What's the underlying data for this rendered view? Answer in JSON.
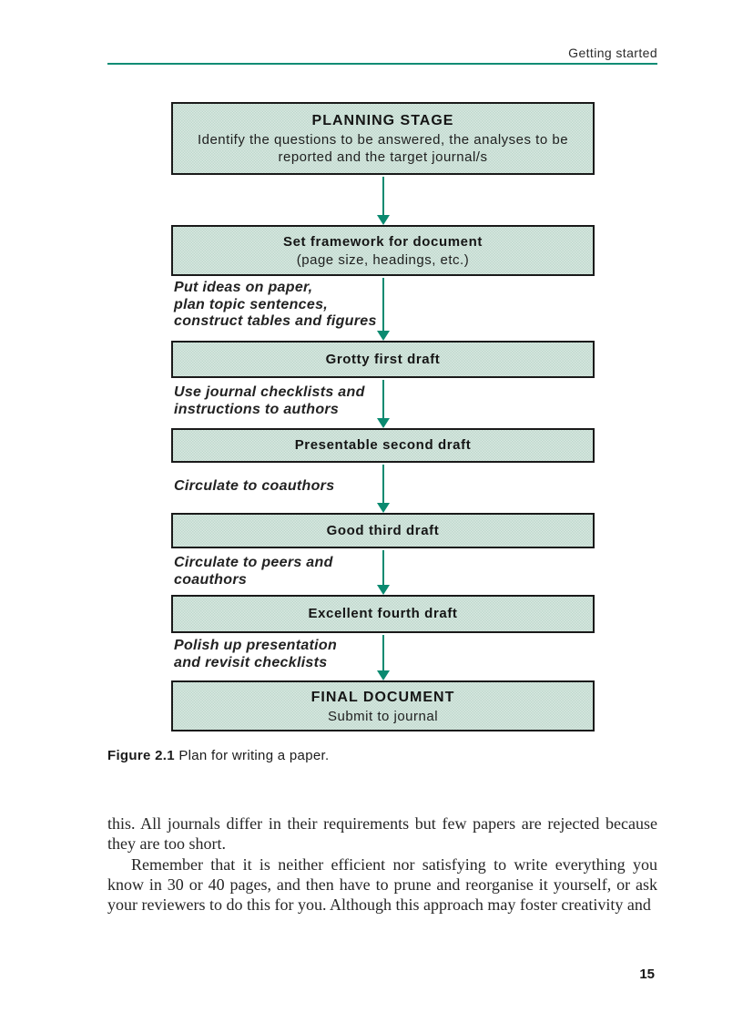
{
  "page": {
    "running_header": "Getting started",
    "page_number": "15"
  },
  "figure": {
    "boxes": [
      {
        "title": "PLANNING STAGE",
        "body": "Identify the questions to be answered, the analyses to be reported and the target journal/s"
      },
      {
        "title": "Set framework for document",
        "body": "(page size, headings, etc.)"
      },
      {
        "title": "Grotty first draft",
        "body": ""
      },
      {
        "title": "Presentable second draft",
        "body": ""
      },
      {
        "title": "Good third draft",
        "body": ""
      },
      {
        "title": "Excellent fourth draft",
        "body": ""
      },
      {
        "title": "FINAL DOCUMENT",
        "body": "Submit to journal"
      }
    ],
    "annotations": [
      "Put ideas on paper,\nplan topic sentences,\nconstruct tables and figures",
      "Use journal checklists and\ninstructions to authors",
      "Circulate to coauthors",
      "Circulate to peers and\ncoauthors",
      "Polish up presentation\nand revisit checklists"
    ],
    "caption_label": "Figure 2.1",
    "caption_text": " Plan for writing a paper.",
    "colors": {
      "box_fill_average": "#cbdfd6",
      "box_border": "#1a1a1a",
      "arrow": "#0a8a70",
      "header_rule": "#0f8c74"
    }
  },
  "body": {
    "paragraph1": "this. All journals differ in their requirements but few papers are rejected because they are too short.",
    "paragraph2": "Remember that it is neither efficient nor satisfying to write everything you know in 30 or 40 pages, and then have to prune and reorganise it yourself, or ask your reviewers to do this for you. Although this approach may foster creativity and"
  }
}
